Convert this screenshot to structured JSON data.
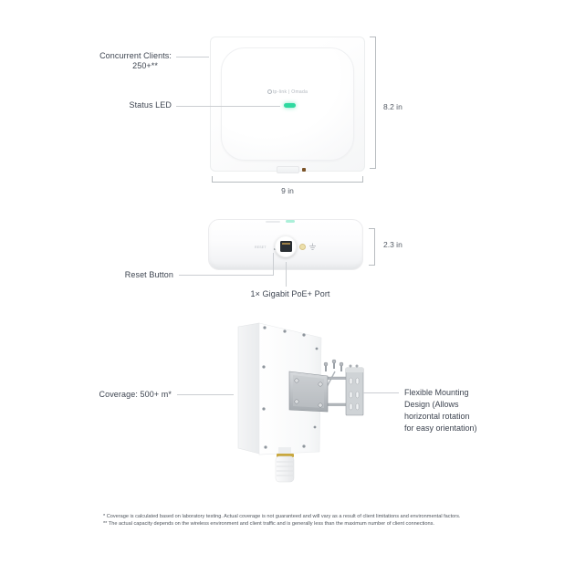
{
  "product": {
    "brand_logo": "tp-link | Omada"
  },
  "front_view": {
    "callouts": {
      "concurrent_clients_line1": "Concurrent Clients:",
      "concurrent_clients_line2": "250+**",
      "status_led": "Status LED"
    },
    "dimension_height": "8.2 in",
    "dimension_width": "9 in"
  },
  "bottom_view": {
    "callouts": {
      "reset_button": "Reset Button",
      "poe_port": "1× Gigabit PoE+ Port"
    },
    "dimension_depth": "2.3 in",
    "panel_print_reset": "RESET"
  },
  "mounted_view": {
    "callouts": {
      "coverage": "Coverage: 500+ m*",
      "mounting_lines": [
        "Flexible Mounting",
        "Design (Allows",
        "horizontal rotation",
        "for easy orientation)"
      ]
    }
  },
  "footnotes": {
    "note1": "* Coverage is calculated based on laboratory testing. Actual coverage is not guaranteed and will vary as a result of client limitations and environmental factors.",
    "note2": "** The actual capacity depends on the wireless environment and client traffic and is generally less than the maximum number of client connections."
  },
  "colors": {
    "led_green": "#2fd9a0",
    "text": "#3d4450",
    "leader_line": "#cbced2"
  }
}
